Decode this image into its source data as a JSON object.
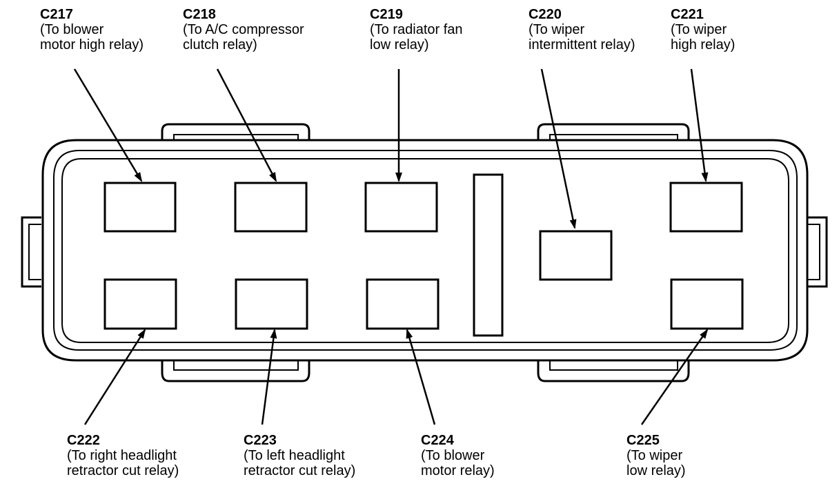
{
  "connectors": {
    "c217": {
      "code": "C217",
      "line1": "(To blower",
      "line2": "motor high relay)"
    },
    "c218": {
      "code": "C218",
      "line1": "(To A/C compressor",
      "line2": "clutch relay)"
    },
    "c219": {
      "code": "C219",
      "line1": "(To radiator fan",
      "line2": "low relay)"
    },
    "c220": {
      "code": "C220",
      "line1": "(To wiper",
      "line2": "intermittent relay)"
    },
    "c221": {
      "code": "C221",
      "line1": "(To wiper",
      "line2": "high relay)"
    },
    "c222": {
      "code": "C222",
      "line1": "(To right headlight",
      "line2": "retractor cut relay)"
    },
    "c223": {
      "code": "C223",
      "line1": "(To left headlight",
      "line2": "retractor cut relay)"
    },
    "c224": {
      "code": "C224",
      "line1": "(To blower",
      "line2": "motor relay)"
    },
    "c225": {
      "code": "C225",
      "line1": "(To wiper",
      "line2": "low relay)"
    }
  },
  "colors": {
    "line": "#000000",
    "background": "#ffffff"
  }
}
